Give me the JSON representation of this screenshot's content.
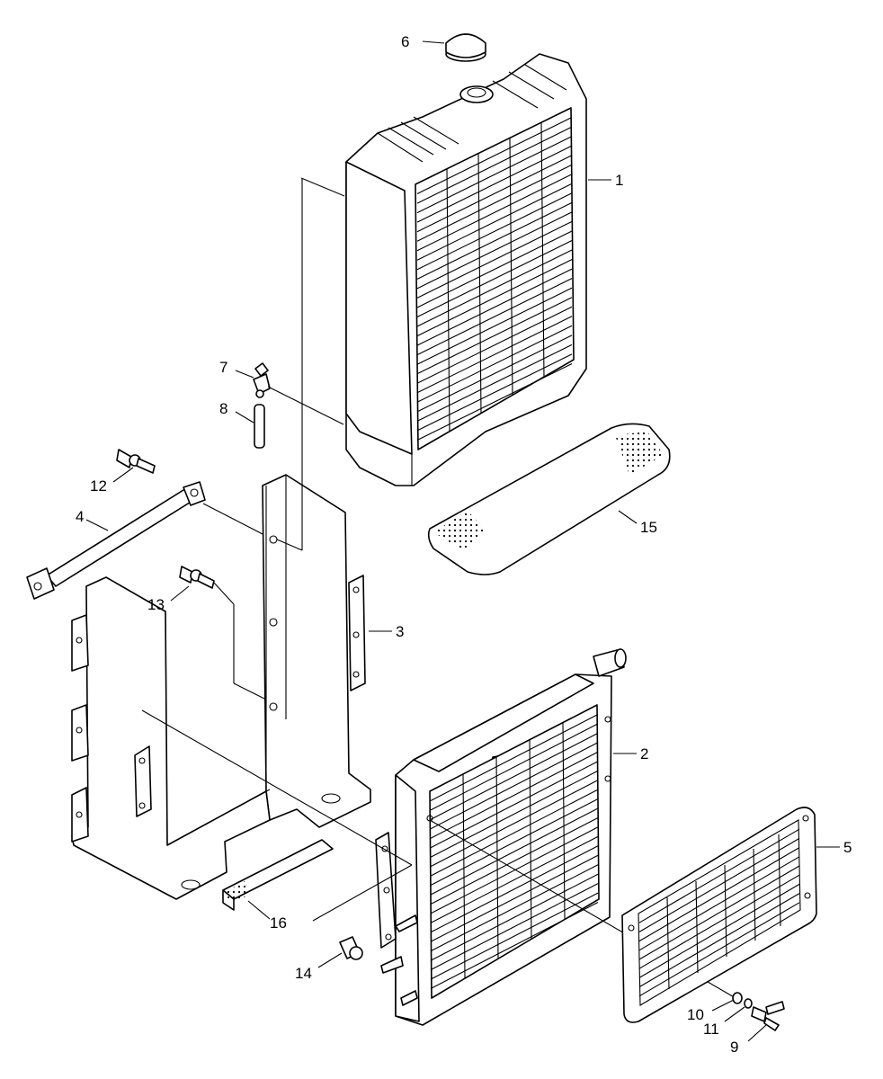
{
  "callouts": [
    {
      "id": "1",
      "text": "1"
    },
    {
      "id": "2",
      "text": "2"
    },
    {
      "id": "3",
      "text": "3"
    },
    {
      "id": "4",
      "text": "4"
    },
    {
      "id": "5",
      "text": "5"
    },
    {
      "id": "6",
      "text": "6"
    },
    {
      "id": "7",
      "text": "7"
    },
    {
      "id": "8",
      "text": "8"
    },
    {
      "id": "9",
      "text": "9"
    },
    {
      "id": "10",
      "text": "10"
    },
    {
      "id": "11",
      "text": "11"
    },
    {
      "id": "12",
      "text": "12"
    },
    {
      "id": "13",
      "text": "13"
    },
    {
      "id": "14",
      "text": "14"
    },
    {
      "id": "15",
      "text": "15"
    },
    {
      "id": "16",
      "text": "16"
    }
  ],
  "colors": {
    "line": "#000000",
    "background": "#ffffff"
  }
}
